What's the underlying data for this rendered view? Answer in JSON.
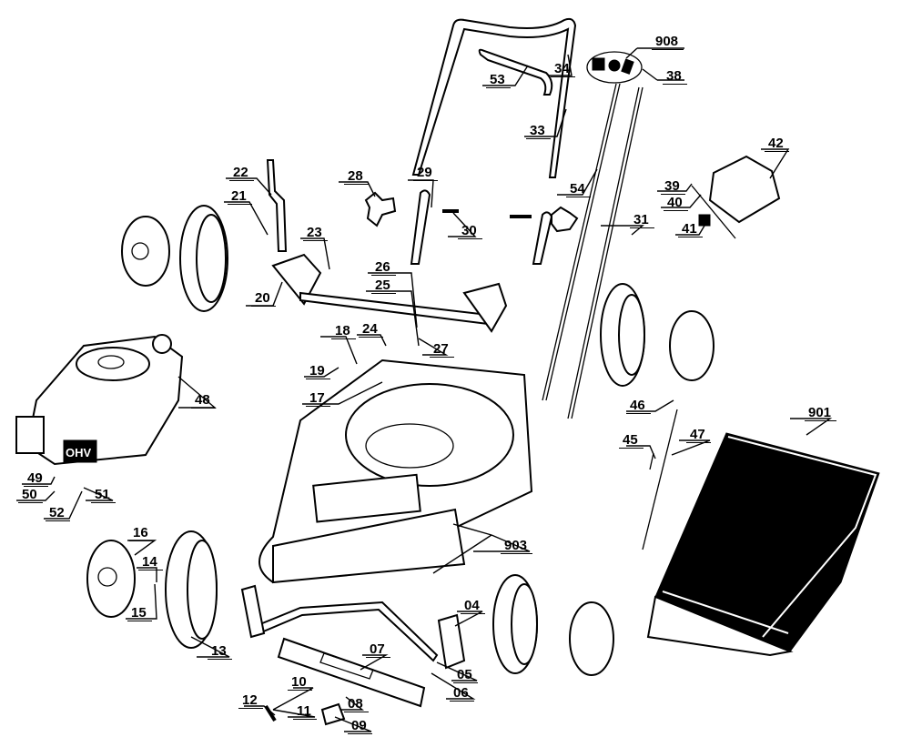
{
  "diagram": {
    "title": "Lawn mower exploded parts diagram",
    "labels": [
      {
        "id": "04",
        "text": "04"
      },
      {
        "id": "05",
        "text": "05"
      },
      {
        "id": "06",
        "text": "06"
      },
      {
        "id": "07",
        "text": "07"
      },
      {
        "id": "08",
        "text": "08"
      },
      {
        "id": "09",
        "text": "09"
      },
      {
        "id": "10",
        "text": "10"
      },
      {
        "id": "11",
        "text": "11"
      },
      {
        "id": "12",
        "text": "12"
      },
      {
        "id": "13",
        "text": "13"
      },
      {
        "id": "14",
        "text": "14"
      },
      {
        "id": "15",
        "text": "15"
      },
      {
        "id": "16",
        "text": "16"
      },
      {
        "id": "17",
        "text": "17"
      },
      {
        "id": "18",
        "text": "18"
      },
      {
        "id": "19",
        "text": "19"
      },
      {
        "id": "20",
        "text": "20"
      },
      {
        "id": "21",
        "text": "21"
      },
      {
        "id": "22",
        "text": "22"
      },
      {
        "id": "23",
        "text": "23"
      },
      {
        "id": "24",
        "text": "24"
      },
      {
        "id": "25",
        "text": "25"
      },
      {
        "id": "26",
        "text": "26"
      },
      {
        "id": "27",
        "text": "27"
      },
      {
        "id": "28",
        "text": "28"
      },
      {
        "id": "29",
        "text": "29"
      },
      {
        "id": "30",
        "text": "30"
      },
      {
        "id": "31",
        "text": "31"
      },
      {
        "id": "33",
        "text": "33"
      },
      {
        "id": "34",
        "text": "34"
      },
      {
        "id": "38",
        "text": "38"
      },
      {
        "id": "39",
        "text": "39"
      },
      {
        "id": "40",
        "text": "40"
      },
      {
        "id": "41",
        "text": "41"
      },
      {
        "id": "42",
        "text": "42"
      },
      {
        "id": "45",
        "text": "45"
      },
      {
        "id": "46",
        "text": "46"
      },
      {
        "id": "47",
        "text": "47"
      },
      {
        "id": "48",
        "text": "48"
      },
      {
        "id": "49",
        "text": "49"
      },
      {
        "id": "50",
        "text": "50"
      },
      {
        "id": "51",
        "text": "51"
      },
      {
        "id": "52",
        "text": "52"
      },
      {
        "id": "53",
        "text": "53"
      },
      {
        "id": "54",
        "text": "54"
      },
      {
        "id": "901",
        "text": "901"
      },
      {
        "id": "903",
        "text": "903"
      },
      {
        "id": "908",
        "text": "908"
      }
    ],
    "engine_badge": "OHV"
  }
}
